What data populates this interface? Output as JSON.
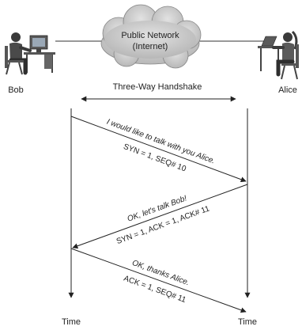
{
  "network": {
    "title_line1": "Public Network",
    "title_line2": "(Internet)"
  },
  "hosts": {
    "left": "Bob",
    "right": "Alice"
  },
  "handshake_label": "Three-Way Handshake",
  "messages": [
    {
      "line1": "I would like to talk with you Alice.",
      "line2": "SYN = 1, SEQ# 10"
    },
    {
      "line1": "OK, let's talk Bob!",
      "line2": "SYN = 1, ACK = 1, ACK# 11"
    },
    {
      "line1": "OK, thanks Alice.",
      "line2": "ACK = 1, SEQ# 11"
    }
  ],
  "time_labels": {
    "left": "Time",
    "right": "Time"
  },
  "colors": {
    "line": "#222222",
    "cloud": "#c8c8c8",
    "text": "#222222"
  }
}
